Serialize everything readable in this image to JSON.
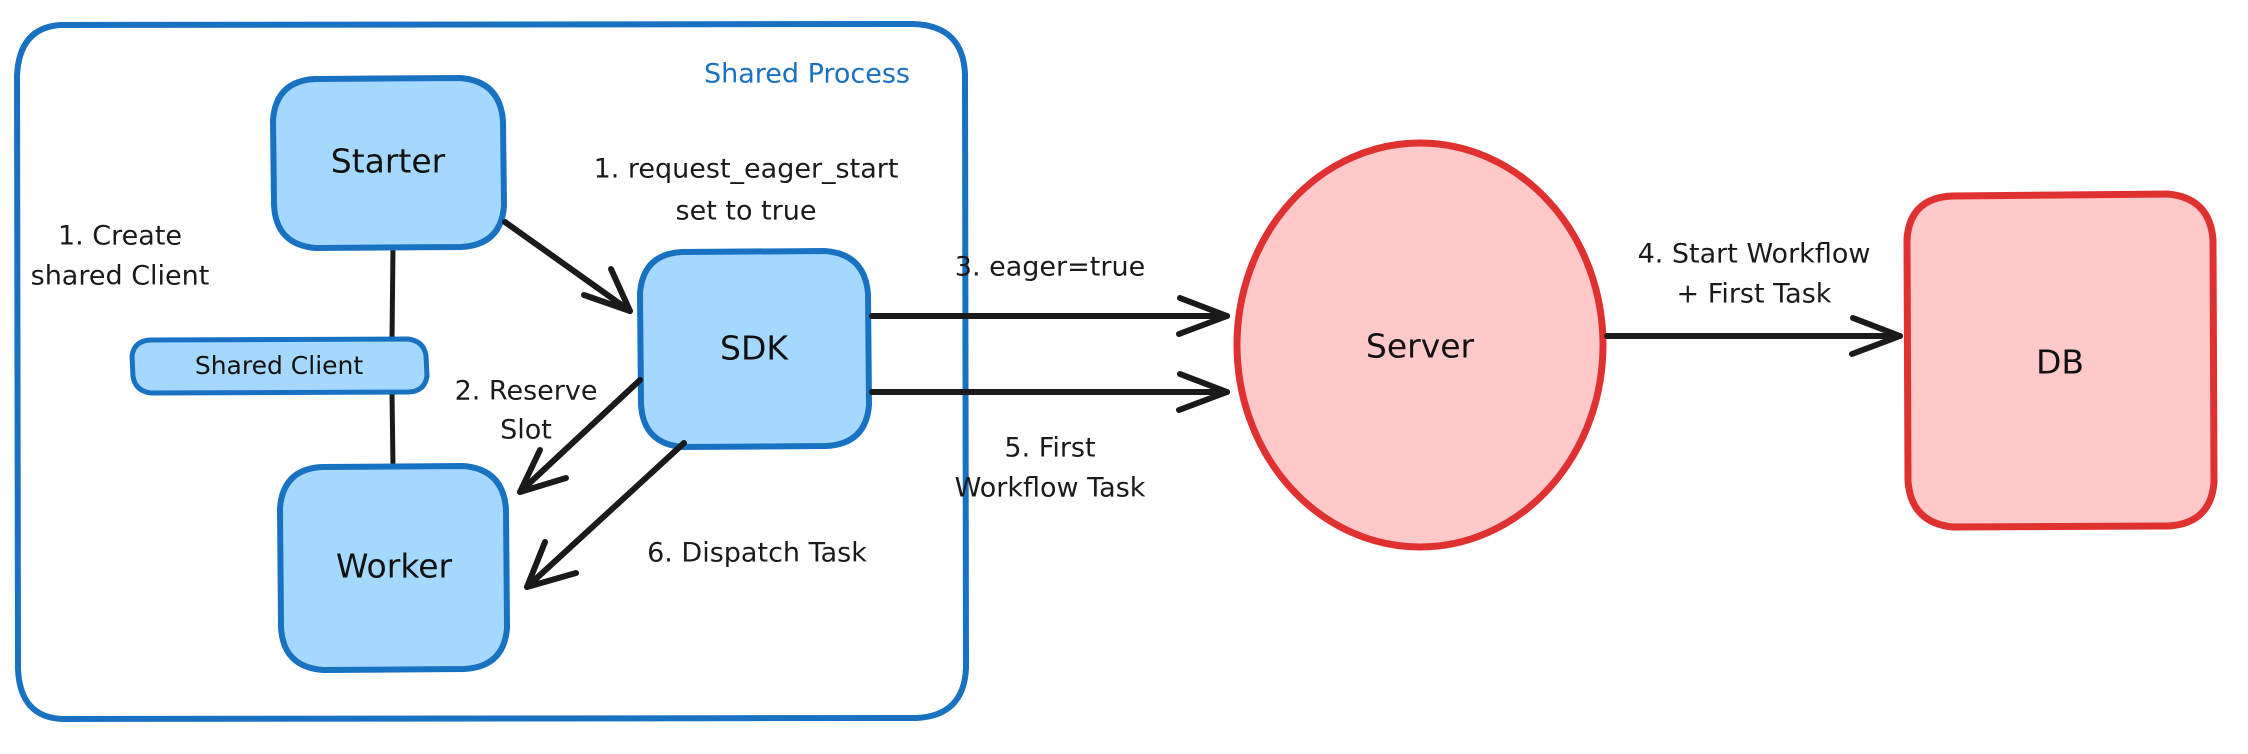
{
  "diagram": {
    "title": "Shared Process",
    "background": "#ffffff",
    "colors": {
      "blue_stroke": "#1971c2",
      "blue_fill": "#a5d8ff",
      "red_stroke": "#e03131",
      "red_fill": "#ffc9c9",
      "arrow": "#1a1a1a",
      "text": "#111111",
      "title_text": "#1971c2"
    },
    "container": {
      "label": "Shared Process",
      "stroke": "#1971c2"
    },
    "nodes": [
      {
        "id": "starter",
        "label": "Starter",
        "shape": "rounded-rect",
        "fill": "#a5d8ff",
        "stroke": "#1971c2"
      },
      {
        "id": "shared_client",
        "label": "Shared Client",
        "shape": "rounded-rect",
        "fill": "#a5d8ff",
        "stroke": "#1971c2"
      },
      {
        "id": "worker",
        "label": "Worker",
        "shape": "rounded-rect",
        "fill": "#a5d8ff",
        "stroke": "#1971c2"
      },
      {
        "id": "sdk",
        "label": "SDK",
        "shape": "rounded-rect",
        "fill": "#a5d8ff",
        "stroke": "#1971c2"
      },
      {
        "id": "server",
        "label": "Server",
        "shape": "ellipse",
        "fill": "#ffc9c9",
        "stroke": "#e03131"
      },
      {
        "id": "db",
        "label": "DB",
        "shape": "rounded-rect",
        "fill": "#ffc9c9",
        "stroke": "#e03131"
      }
    ],
    "edge_labels": [
      {
        "id": "e1",
        "line1": "1. Create",
        "line2": "shared Client"
      },
      {
        "id": "e2",
        "line1": "1. request_eager_start",
        "line2": "set to true"
      },
      {
        "id": "e3",
        "line1": "2. Reserve",
        "line2": "Slot"
      },
      {
        "id": "e4",
        "line1": "6. Dispatch Task",
        "line2": ""
      },
      {
        "id": "e5",
        "line1": "3. eager=true",
        "line2": ""
      },
      {
        "id": "e6",
        "line1": "5. First",
        "line2": "Workflow Task"
      },
      {
        "id": "e7",
        "line1": "4. Start Workflow",
        "line2": "+ First Task"
      }
    ]
  }
}
